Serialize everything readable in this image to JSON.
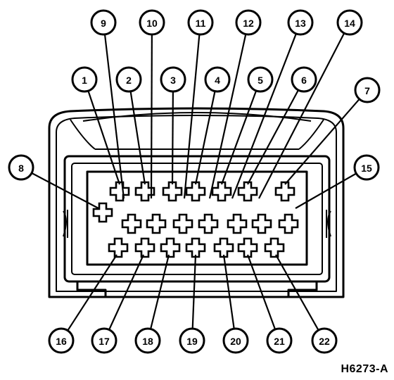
{
  "reference_code": "H6273-A",
  "pins": [
    {
      "label": "1",
      "row": 1
    },
    {
      "label": "2",
      "row": 1
    },
    {
      "label": "3",
      "row": 1
    },
    {
      "label": "4",
      "row": 1
    },
    {
      "label": "5",
      "row": 1
    },
    {
      "label": "6",
      "row": 1
    },
    {
      "label": "7",
      "row": 1
    },
    {
      "label": "8",
      "row": 2
    },
    {
      "label": "9",
      "row": 2
    },
    {
      "label": "10",
      "row": 2
    },
    {
      "label": "11",
      "row": 2
    },
    {
      "label": "12",
      "row": 2
    },
    {
      "label": "13",
      "row": 2
    },
    {
      "label": "14",
      "row": 2
    },
    {
      "label": "15",
      "row": 2
    },
    {
      "label": "16",
      "row": 3
    },
    {
      "label": "17",
      "row": 3
    },
    {
      "label": "18",
      "row": 3
    },
    {
      "label": "19",
      "row": 3
    },
    {
      "label": "20",
      "row": 3
    },
    {
      "label": "21",
      "row": 3
    },
    {
      "label": "22",
      "row": 3
    }
  ]
}
